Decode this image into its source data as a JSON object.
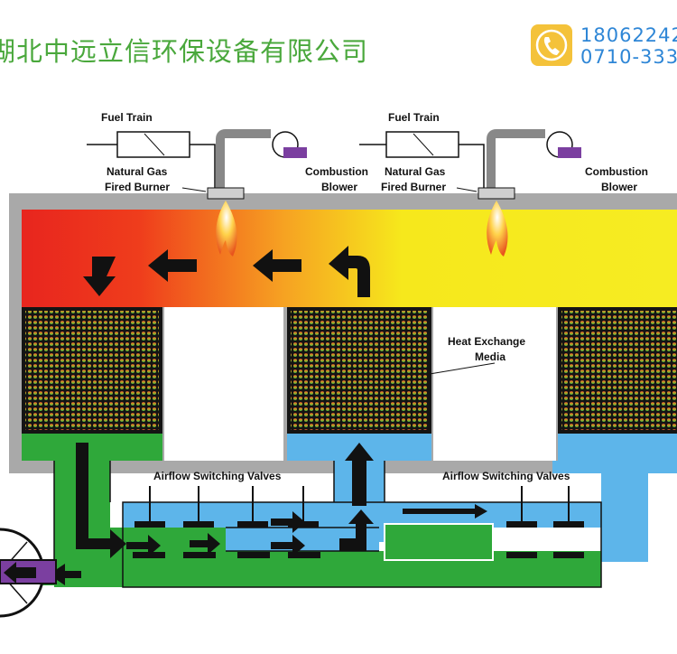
{
  "header": {
    "company_name": "湖北中远立信环保设备有限公司",
    "phone_1": "18062242",
    "phone_2": "0710-333",
    "brand_color": "#4aa83c",
    "phone_color": "#2e86d6",
    "icon": "phone-icon"
  },
  "diagram": {
    "labels": {
      "fuel_train_1": "Fuel Train",
      "fuel_train_2": "Fuel Train",
      "burner_1_line1": "Natural Gas",
      "burner_1_line2": "Fired Burner",
      "burner_2_line1": "Natural Gas",
      "burner_2_line2": "Fired Burner",
      "blower_1_line1": "Combustion",
      "blower_1_line2": "Blower",
      "blower_2_line1": "Combustion",
      "blower_2_line2": "Blower",
      "media_line1": "Heat Exchange",
      "media_line2": "Media",
      "valves_1": "Airflow Switching Valves",
      "valves_2": "Airflow Switching Valves"
    },
    "colors": {
      "inlet_duct": "#2fa83a",
      "outlet_duct": "#5db5ea",
      "chamber_hot": "#e8251e",
      "chamber_warm": "#f6e81c",
      "blower_motor": "#7b3fa0",
      "housing": "#a9a9a9"
    }
  }
}
